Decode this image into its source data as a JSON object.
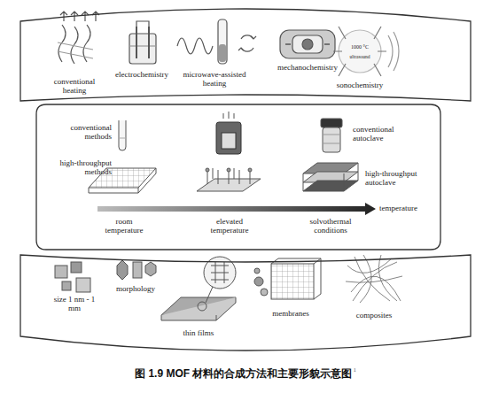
{
  "diagram": {
    "caption": "图 1.9 MOF 材料的合成方法和主要形貌示意图",
    "nodes": [
      {
        "text": [
          "conventional heating",
          "electrochemistry",
          "microwave-assisted heating",
          "mechanochemistry",
          "sonochemistry",
          "1000 °C",
          "ultrasound"
        ]
      },
      {
        "text": [
          "conventional methods",
          "high-throughput methods",
          "conventional autoclave",
          "high-throughput autoclave",
          "room temperature",
          "elevated temperature",
          "solvothermal conditions",
          "temperature"
        ]
      },
      {
        "text": [
          "size 1 nm - 1 mm",
          "morphology",
          "thin films",
          "membranes",
          "composites"
        ]
      }
    ],
    "labels": [
      "1"
    ]
  }
}
